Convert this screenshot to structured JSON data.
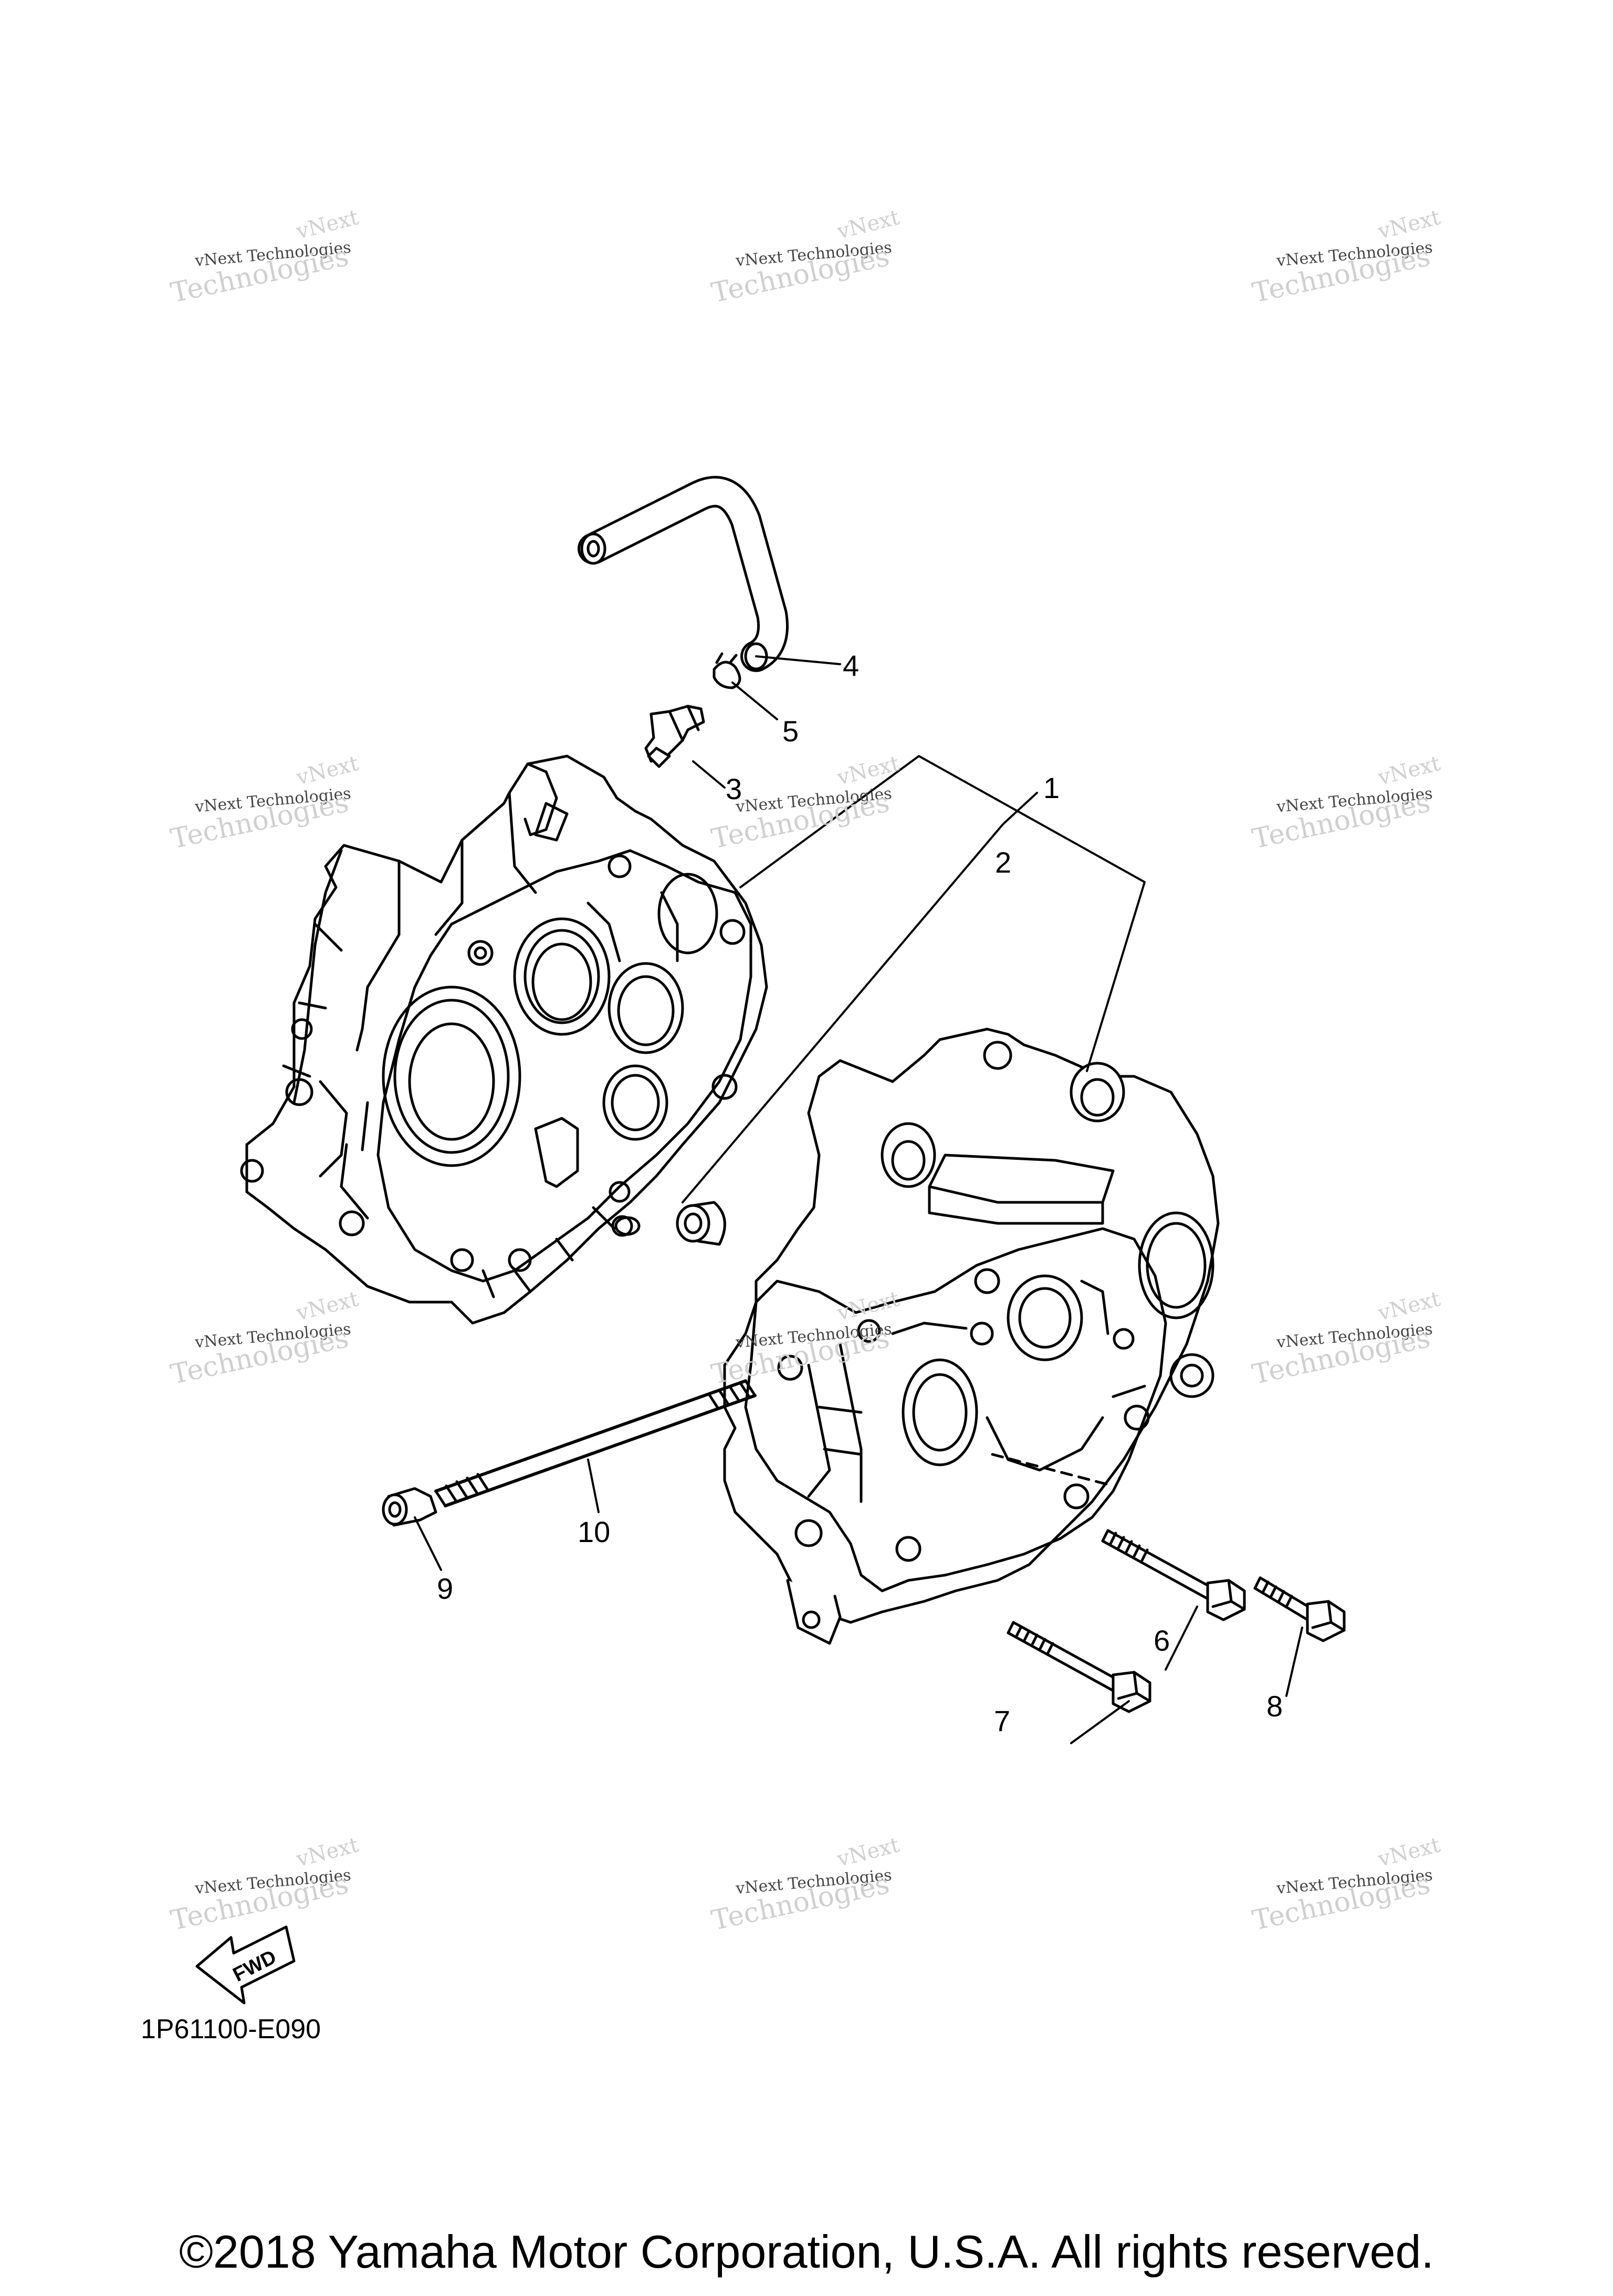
{
  "watermark": {
    "line1": "vNext",
    "line2": "vNext Technologies",
    "line3": "Technologies"
  },
  "callouts": [
    "1",
    "2",
    "3",
    "4",
    "5",
    "6",
    "7",
    "8",
    "9",
    "10"
  ],
  "diagram_code": "1P61100-E090",
  "fwd_label": "FWD",
  "copyright": "©2018 Yamaha Motor Corporation, U.S.A. All rights reserved."
}
